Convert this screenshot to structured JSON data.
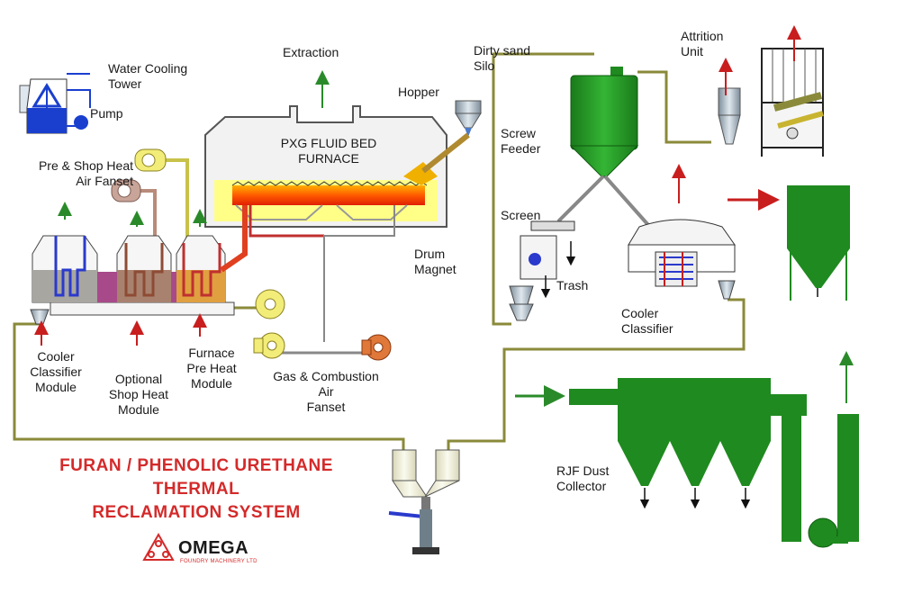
{
  "labels": {
    "water_cooling_tower": "Water Cooling\nTower",
    "pump": "Pump",
    "pre_shop_heat_fanset": "Pre & Shop Heat\nAir Fanset",
    "extraction": "Extraction",
    "furnace": "PXG FLUID BED\nFURNACE",
    "hopper": "Hopper",
    "dirty_sand_silo": "Dirty sand\nSilo",
    "screw_feeder": "Screw\nFeeder",
    "attrition_unit": "Attrition\nUnit",
    "screen": "Screen",
    "trash": "Trash",
    "drum_magnet": "Drum\nMagnet",
    "cooler_classifier": "Cooler\nClassifier",
    "cooler_classifier_module": "Cooler\nClassifier\nModule",
    "optional_shop_heat_module": "Optional\nShop Heat\nModule",
    "furnace_pre_heat_module": "Furnace\nPre Heat\nModule",
    "gas_combustion_fanset": "Gas & Combustion\nAir\nFanset",
    "rjf_dust_collector": "RJF Dust\nCollector"
  },
  "title": {
    "line1": "FURAN / PHENOLIC URETHANE",
    "line2": "THERMAL",
    "line3": "RECLAMATION SYSTEM"
  },
  "logo": {
    "name": "OMEGA",
    "sub": "FOUNDRY MACHINERY LTD"
  },
  "colors": {
    "title_red": "#d42a2a",
    "pipe_olive": "#8a8a3a",
    "green_vessel": "#1f8a1f",
    "arrow_red": "#c81e1e",
    "arrow_green": "#2a8a2a"
  }
}
